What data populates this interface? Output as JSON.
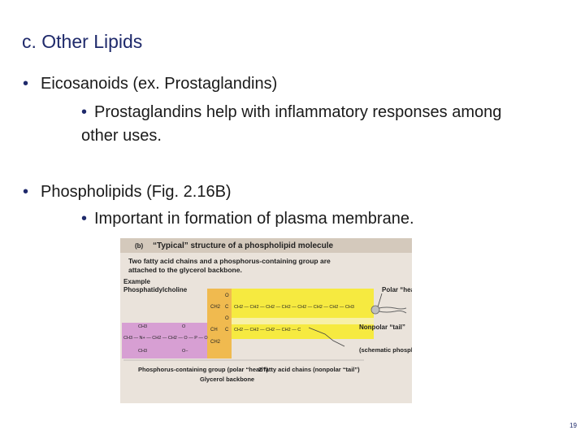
{
  "slide": {
    "title": "c.  Other Lipids",
    "bullet1": "Eicosanoids (ex.  Prostaglandins)",
    "bullet1_sub": "Prostaglandins help with inflammatory responses among other uses.",
    "bullet2": "Phospholipids (Fig. 2.16B)",
    "bullet2_sub": "Important in formation of plasma membrane.",
    "page_number": "19",
    "bullet_glyph": "•"
  },
  "figure": {
    "panel_label": "(b)",
    "heading": "“Typical” structure of a phospholipid molecule",
    "desc_line1": "Two fatty acid chains and a phosphorus-containing group are",
    "desc_line2": "attached to the glycerol backbone.",
    "example_label": "Example",
    "example_name": "Phosphatidylcholine",
    "chain_top": "CH2 — CH2 — CH2 — CH2 — CH2 — CH2 — CH2 — CH3",
    "chain_bottom": "CH2 — CH2 — CH2 — CH2 — C",
    "ch2_a": "CH2",
    "ch_b": "CH",
    "ch2_c": "CH2",
    "o_a": "O",
    "o_b": "O",
    "c_a": "C",
    "c_b": "C",
    "polar_head_label": "Polar “head”",
    "nonpolar_tail_label": "Nonpolar “tail”",
    "schematic_label": "(schematic phospholipid)",
    "choline_ch3_top": "CH3",
    "choline_row": "CH3 — N+ — CH2 — CH2 — O — P — O",
    "choline_ch3_bottom": "CH3",
    "phos_o_top": "O",
    "phos_o_bottom": "O−",
    "caption_phosphorus": "Phosphorus-containing group (polar “head”)",
    "caption_glycerol": "Glycerol backbone",
    "caption_chains": "2 fatty acid chains (nonpolar “tail”)",
    "colors": {
      "header": "#d4c9bc",
      "panel": "#eae3db",
      "glycerol": "#f0ba4f",
      "chains": "#f6ea40",
      "phosphorus": "#d79fd3",
      "nonpolar": "#f7f0a8"
    }
  }
}
